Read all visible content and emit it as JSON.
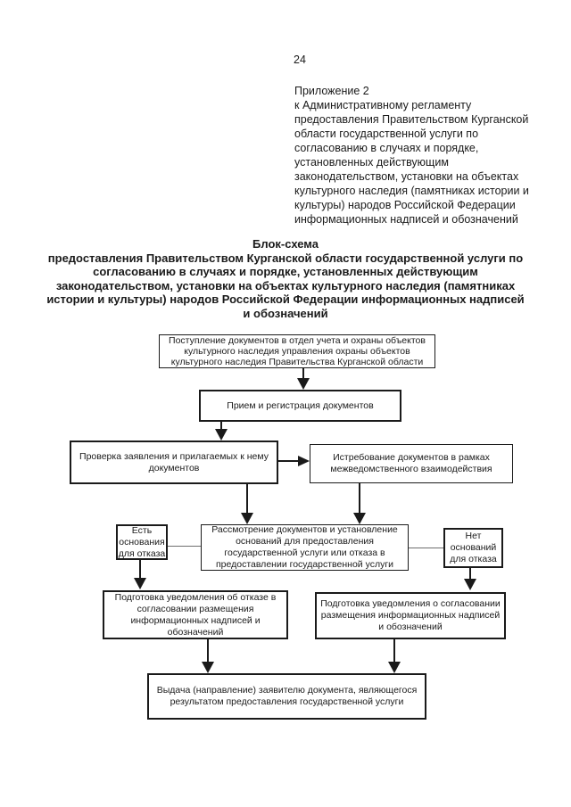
{
  "page": {
    "number": "24",
    "appendix_lines": [
      "Приложение 2",
      "к Административному регламенту",
      "предоставления Правительством Курганской",
      "области государственной услуги по",
      "согласованию в случаях и порядке,",
      "установленных действующим",
      "законодательством, установки на объектах",
      "культурного наследия (памятниках истории и",
      "культуры) народов Российской Федерации",
      "информационных надписей и обозначений"
    ],
    "title_lines": [
      "Блок-схема",
      "предоставления Правительством Курганской области государственной услуги по",
      "согласованию в случаях и порядке, установленных действующим",
      "законодательством, установки на объектах культурного наследия (памятниках",
      "истории и культуры) народов Российской Федерации информационных надписей",
      "и обозначений"
    ]
  },
  "flowchart": {
    "ink_color": "#1a1a1a",
    "connector_gray": "#6e6e6e",
    "nodes": {
      "intake": {
        "lines": [
          "Поступление документов в отдел учета и охраны объектов",
          "культурного наследия управления охраны объектов",
          "культурного наследия Правительства Курганской области"
        ]
      },
      "registration": {
        "lines": [
          "Прием и регистрация документов"
        ]
      },
      "check": {
        "lines": [
          "Проверка заявления и прилагаемых к нему",
          "документов"
        ]
      },
      "interagency": {
        "lines": [
          "Истребование документов в рамках",
          "межведомственного взаимодействия"
        ]
      },
      "review": {
        "lines": [
          "Рассмотрение документов и установление",
          "оснований для предоставления",
          "государственной услуги или отказа в",
          "предоставлении государственной услуги"
        ]
      },
      "grounds_yes": {
        "lines": [
          "Есть",
          "основания",
          "для отказа"
        ]
      },
      "grounds_no": {
        "lines": [
          "Нет",
          "оснований",
          "для отказа"
        ]
      },
      "refusal_notice": {
        "lines": [
          "Подготовка уведомления об отказе в",
          "согласовании размещения",
          "информационных надписей и",
          "обозначений"
        ]
      },
      "approval_notice": {
        "lines": [
          "Подготовка уведомления о согласовании",
          "размещения информационных надписей",
          "и обозначений"
        ]
      },
      "result_issue": {
        "lines": [
          "Выдача (направление) заявителю документа, являющегося",
          "результатом предоставления государственной услуги"
        ]
      }
    }
  }
}
